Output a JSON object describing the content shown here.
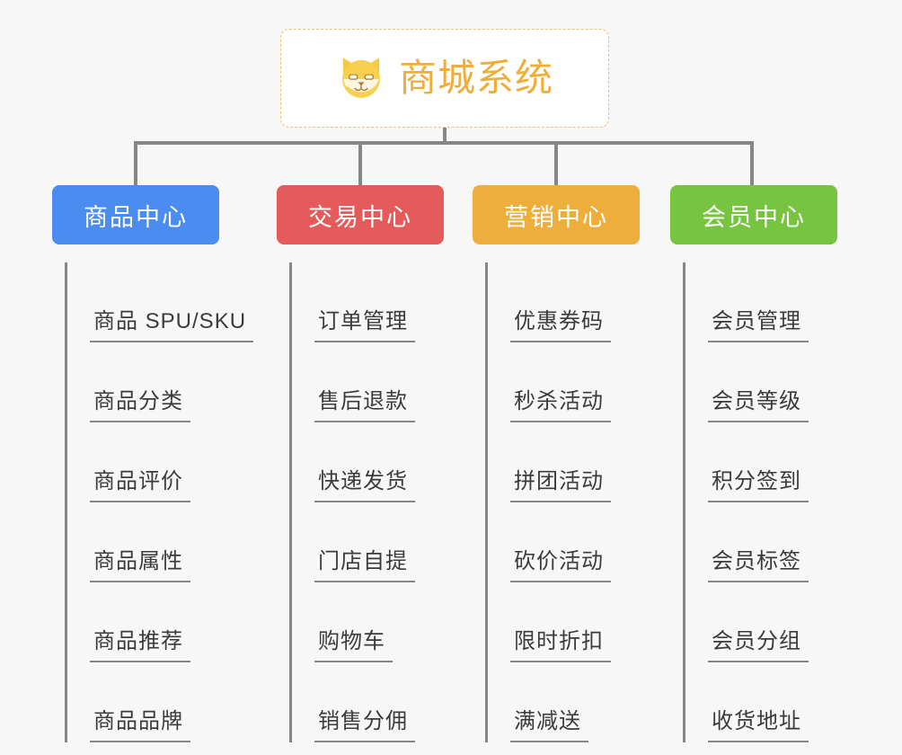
{
  "background_color": "#f7f7f7",
  "connector_color": "#868686",
  "root": {
    "title": "商城系统",
    "icon": "shiba-dog-icon",
    "text_color": "#eeae3c",
    "border_color": "#edbf72",
    "background_color": "#ffffff"
  },
  "branches": [
    {
      "label": "商品中心",
      "color": "#4a8cf0",
      "children": [
        {
          "label": "商品 SPU/SKU"
        },
        {
          "label": "商品分类"
        },
        {
          "label": "商品评价"
        },
        {
          "label": "商品属性"
        },
        {
          "label": "商品推荐"
        },
        {
          "label": "商品品牌"
        }
      ]
    },
    {
      "label": "交易中心",
      "color": "#e55b5b",
      "children": [
        {
          "label": "订单管理"
        },
        {
          "label": "售后退款"
        },
        {
          "label": "快递发货"
        },
        {
          "label": "门店自提"
        },
        {
          "label": "购物车"
        },
        {
          "label": "销售分佣"
        }
      ]
    },
    {
      "label": "营销中心",
      "color": "#eeae3c",
      "children": [
        {
          "label": "优惠券码"
        },
        {
          "label": "秒杀活动"
        },
        {
          "label": "拼团活动"
        },
        {
          "label": "砍价活动"
        },
        {
          "label": "限时折扣"
        },
        {
          "label": "满减送"
        }
      ]
    },
    {
      "label": "会员中心",
      "color": "#76c440",
      "children": [
        {
          "label": "会员管理"
        },
        {
          "label": "会员等级"
        },
        {
          "label": "积分签到"
        },
        {
          "label": "会员标签"
        },
        {
          "label": "会员分组"
        },
        {
          "label": "收货地址"
        }
      ]
    }
  ]
}
